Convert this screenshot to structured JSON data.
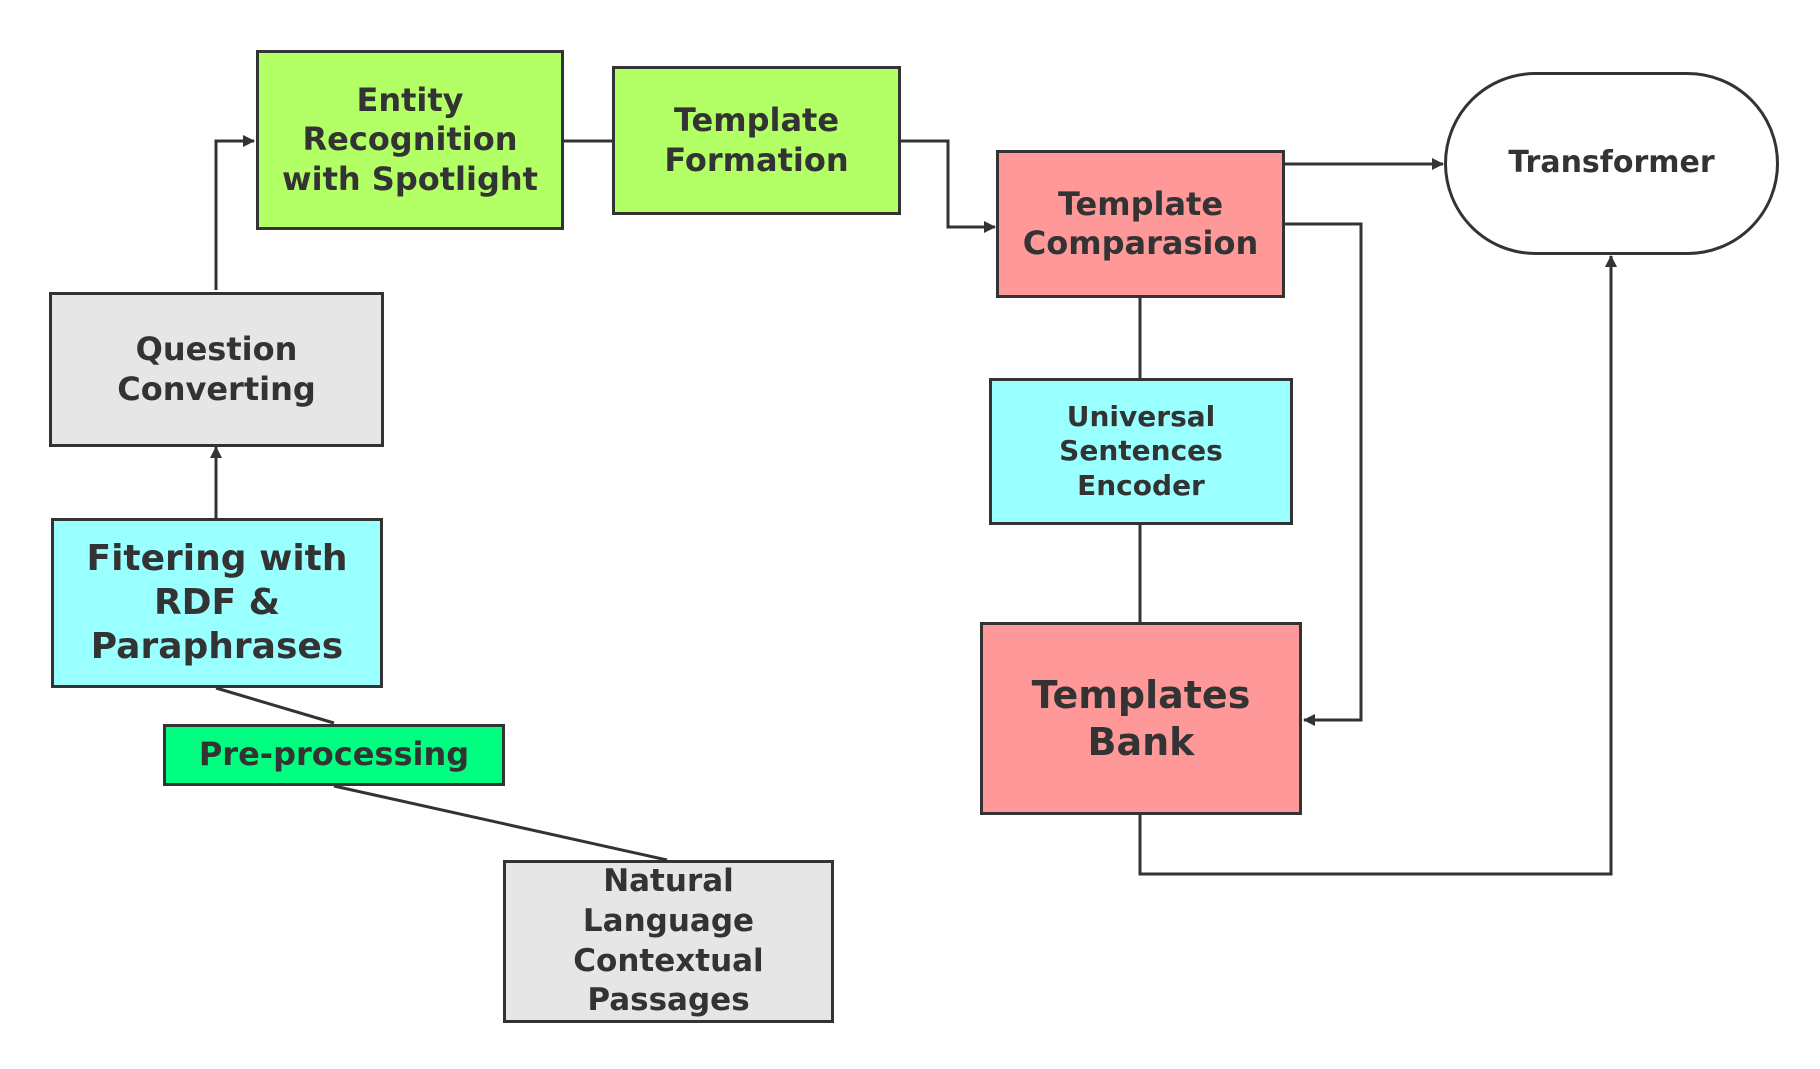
{
  "colors": {
    "stroke": "#333333",
    "lime": "#b3ff66",
    "salmon": "#ff9999",
    "gray": "#e6e6e6",
    "cyan": "#99ffff",
    "green": "#00ff80",
    "white": "#ffffff"
  },
  "nodes": {
    "entity_recognition": {
      "label": "Entity\nRecognition\nwith Spotlight"
    },
    "template_formation": {
      "label": "Template\nFormation"
    },
    "template_comparison": {
      "label": "Template\nComparasion"
    },
    "transformer": {
      "label": "Transformer"
    },
    "question_converting": {
      "label": "Question\nConverting"
    },
    "universal_encoder": {
      "label": "Universal\nSentences\nEncoder"
    },
    "filtering": {
      "label": "Fitering with\nRDF &\nParaphrases"
    },
    "templates_bank": {
      "label": "Templates\nBank"
    },
    "preprocessing": {
      "label": "Pre-processing"
    },
    "natural_language": {
      "label": "Natural\nLanguage\nContextual\nPassages"
    }
  }
}
